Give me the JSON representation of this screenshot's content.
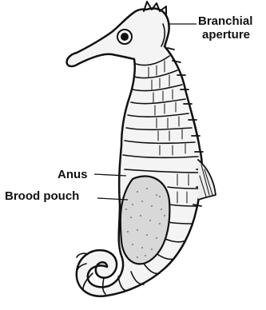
{
  "figure": {
    "labels": {
      "branchial_line1": "Branchial",
      "branchial_line2": "aperture",
      "anus": "Anus",
      "brood_pouch": "Brood pouch"
    },
    "colors": {
      "ink": "#111111",
      "background": "#ffffff",
      "pouch_fill": "#d8d8d8"
    }
  }
}
